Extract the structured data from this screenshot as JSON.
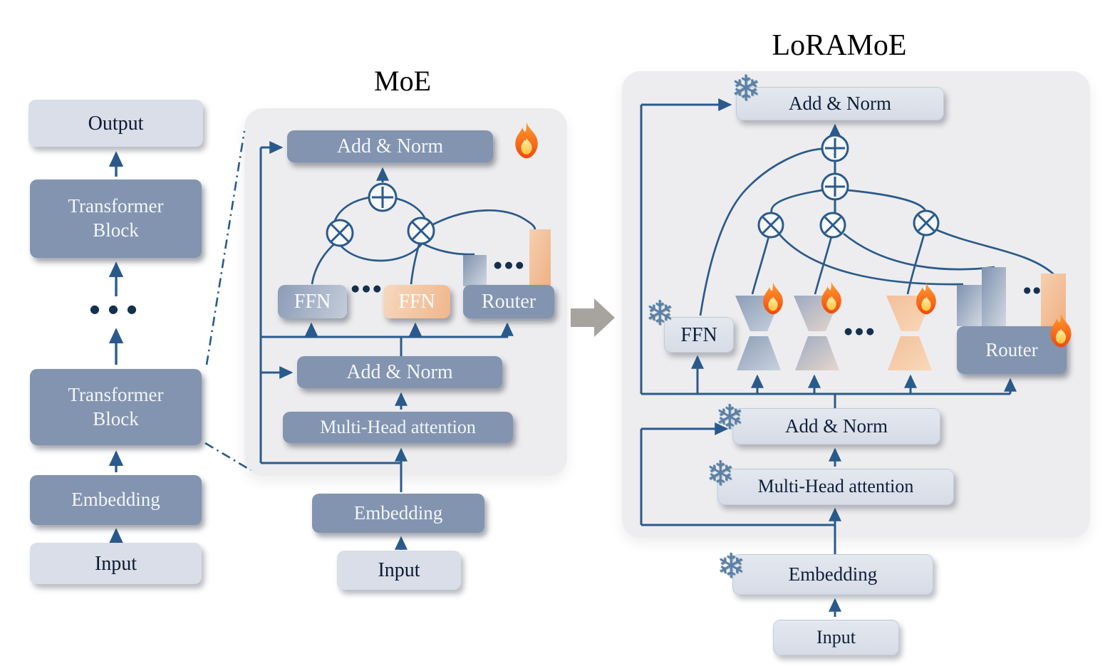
{
  "colors": {
    "wire_blue": "#2a5a8c",
    "box_dark": "#8294b0",
    "box_light": "#d9dee8",
    "panel_gray": "#ededef",
    "bar_gray": "#8194b0",
    "bar_orange": "#f2bd93",
    "flame_orange": "#f4511e",
    "flame_yellow": "#ffc83d",
    "snowflake_blue": "#5b80a5",
    "inter_panel_arrow_gray": "#a7a4a0"
  },
  "icons": {
    "snowflake": "❄"
  },
  "left_column": {
    "output": "Output",
    "transformer_block_1": "Transformer Block",
    "dots": "●●●",
    "transformer_block_2": "Transformer Block",
    "embedding": "Embedding",
    "input": "Input"
  },
  "moe": {
    "title": "MoE",
    "add_norm_top": "Add & Norm",
    "ffn_1": "FFN",
    "ffn_dots": "●●●",
    "ffn_2": "FFN",
    "router": "Router",
    "router_dots": "●●●",
    "add_norm": "Add & Norm",
    "attention": "Multi-Head attention",
    "embedding": "Embedding",
    "input": "Input"
  },
  "loramoe": {
    "title": "LoRAMoE",
    "add_norm_top": "Add & Norm",
    "ffn": "FFN",
    "expert_dots": "●●●",
    "router": "Router",
    "router_dots": "●●",
    "add_norm": "Add & Norm",
    "attention": "Multi-Head attention",
    "embedding": "Embedding",
    "input": "Input"
  }
}
